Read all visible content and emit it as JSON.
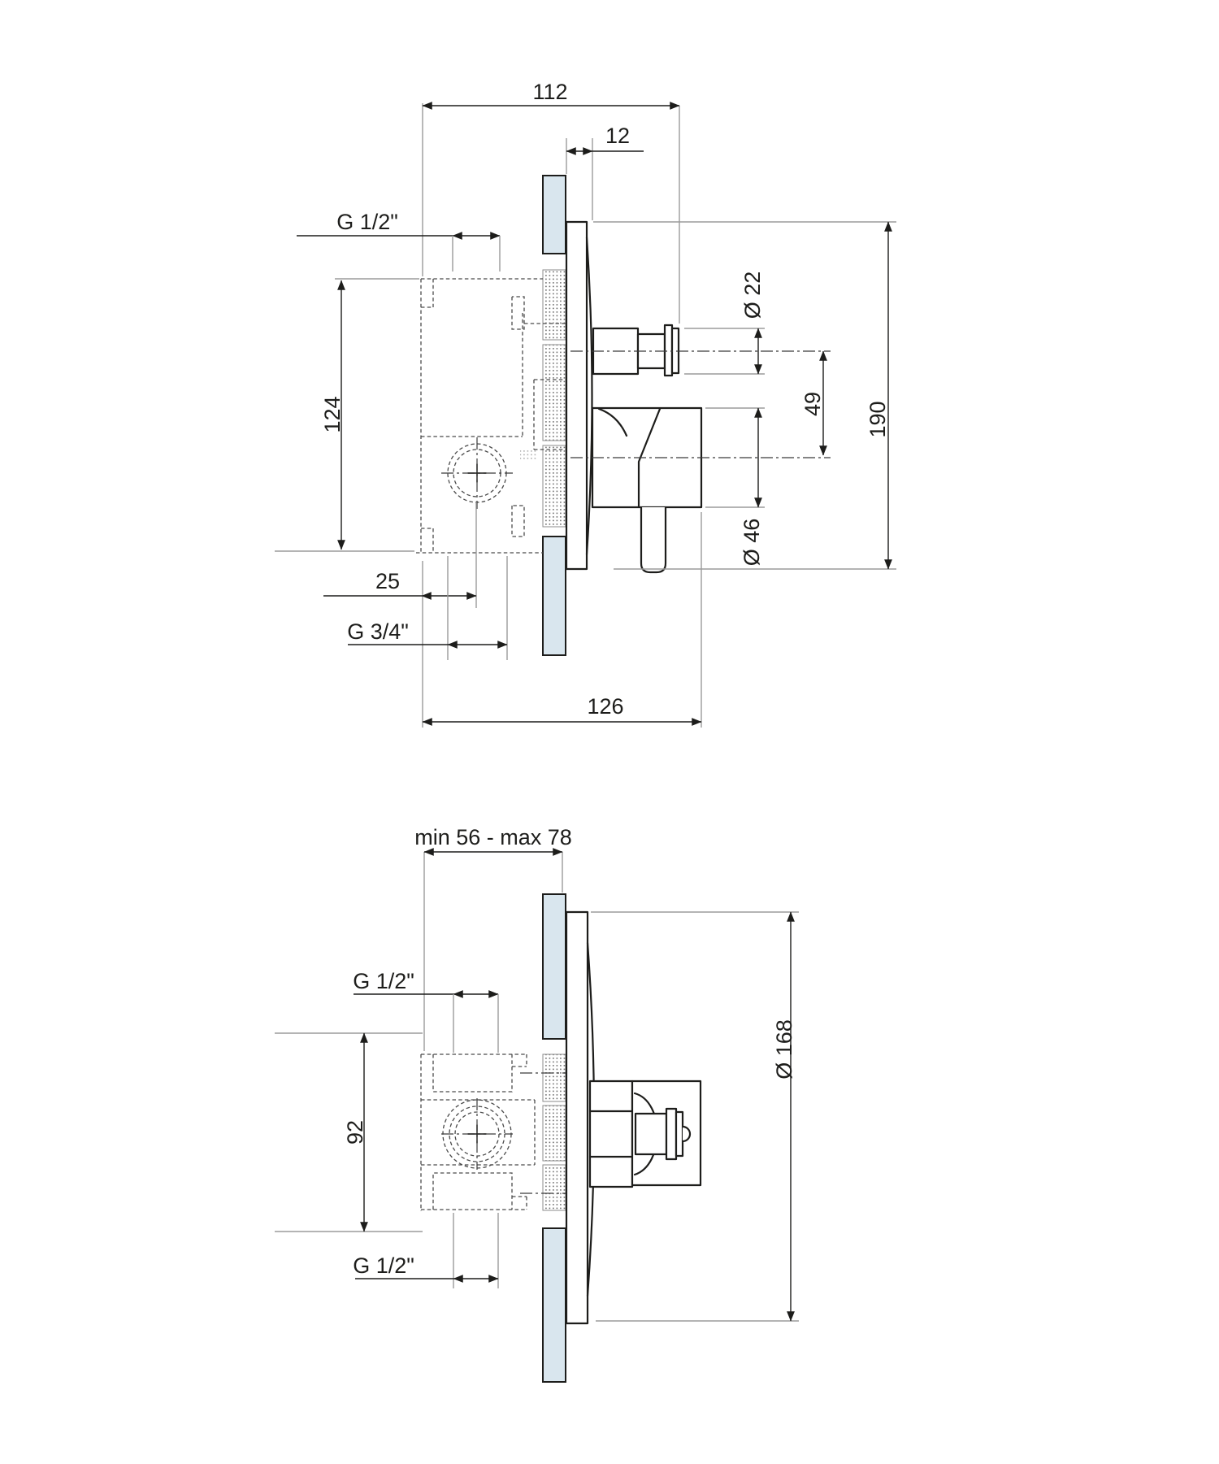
{
  "page": {
    "background": "#ffffff"
  },
  "drawing": {
    "type": "technical-dimension-drawing",
    "subject": "concealed single-lever mixer with diverter - section view and front view",
    "colors": {
      "wall_fill": "#d9e6ee",
      "line": "#1d1d1b",
      "extension_line": "#9b9b9b",
      "hidden_line": "#4a4a4a"
    },
    "top_view": {
      "labels": {
        "overall_width": "112",
        "plate_offset": "12",
        "top_thread": "G 1/2\"",
        "body_height": "124",
        "port_offset": "25",
        "bottom_thread": "G 3/4\"",
        "overall_depth": "126",
        "diverter_diameter": "Ø 22",
        "axis_spacing": "49",
        "handle_diameter": "Ø 46",
        "overall_height": "190"
      }
    },
    "front_view": {
      "labels": {
        "mounting_depth_range": "min 56 - max 78",
        "top_thread": "G 1/2\"",
        "port_spacing": "92",
        "bottom_thread": "G 1/2\"",
        "plate_diameter": "Ø 168"
      }
    }
  }
}
